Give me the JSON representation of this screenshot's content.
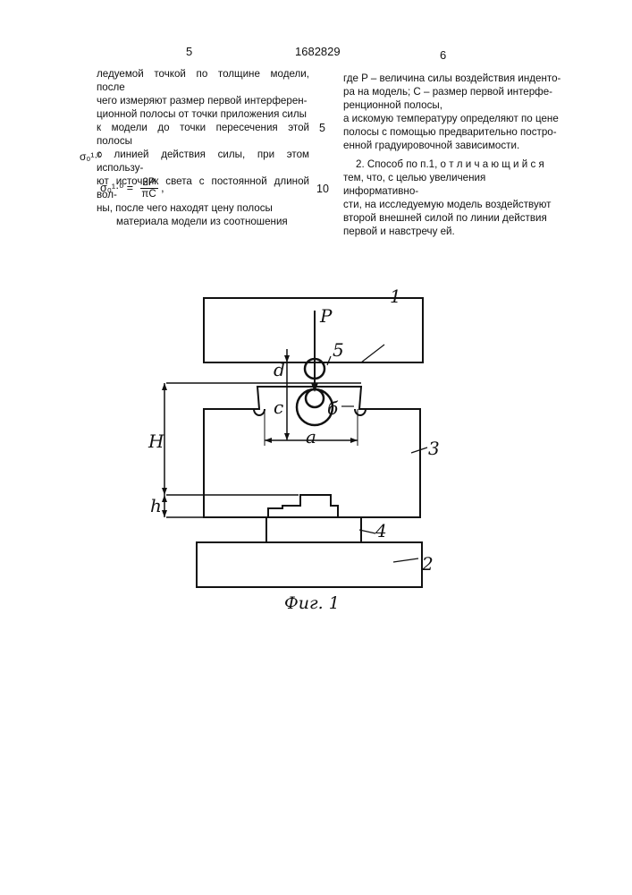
{
  "header": {
    "page_left": "5",
    "patent_number": "1682829",
    "page_right": "6"
  },
  "left_column": {
    "lines": [
      "ледуемой точкой по толщине модели, после",
      "чего измеряют размер первой интерферен-",
      "ционной полосы от точки приложения силы",
      "к модели до точки пересечения этой полосы",
      "с линией действия силы, при этом использу-",
      "ют источник света с постоянной длиной вол-",
      "ны, после чего находят цену полосы",
      "материала модели из соотношения"
    ],
    "sigma_symbol": "σ₀¹·⁰"
  },
  "formula": {
    "lhs": "σ₀¹·⁰ =",
    "numerator": "2P",
    "denominator": "πC",
    "tail": ","
  },
  "right_column": {
    "lines": [
      "где P – величина силы воздействия инденто-",
      "ра на модель; C – размер первой интерфе-",
      "ренционной полосы,",
      "а искомую температуру определяют по цене",
      "полосы с помощью предварительно постро-",
      "енной градуировочной зависимости."
    ],
    "claim_lines": [
      "2. Способ по п.1, о т л и ч а ю щ и й с я",
      "тем, что, с целью увеличения информативно-",
      "сти, на исследуемую модель воздействуют",
      "второй внешней силой по линии действия",
      "первой и навстречу ей."
    ]
  },
  "line_numbers": {
    "n5": "5",
    "n10": "10"
  },
  "figure": {
    "caption": "Фиг. 1",
    "labels": {
      "l1": "1",
      "l2": "2",
      "l3": "3",
      "l4": "4",
      "l5": "5",
      "l6": "б",
      "P": "P",
      "d": "d",
      "c": "c",
      "a": "a",
      "H": "H",
      "h": "h"
    }
  }
}
